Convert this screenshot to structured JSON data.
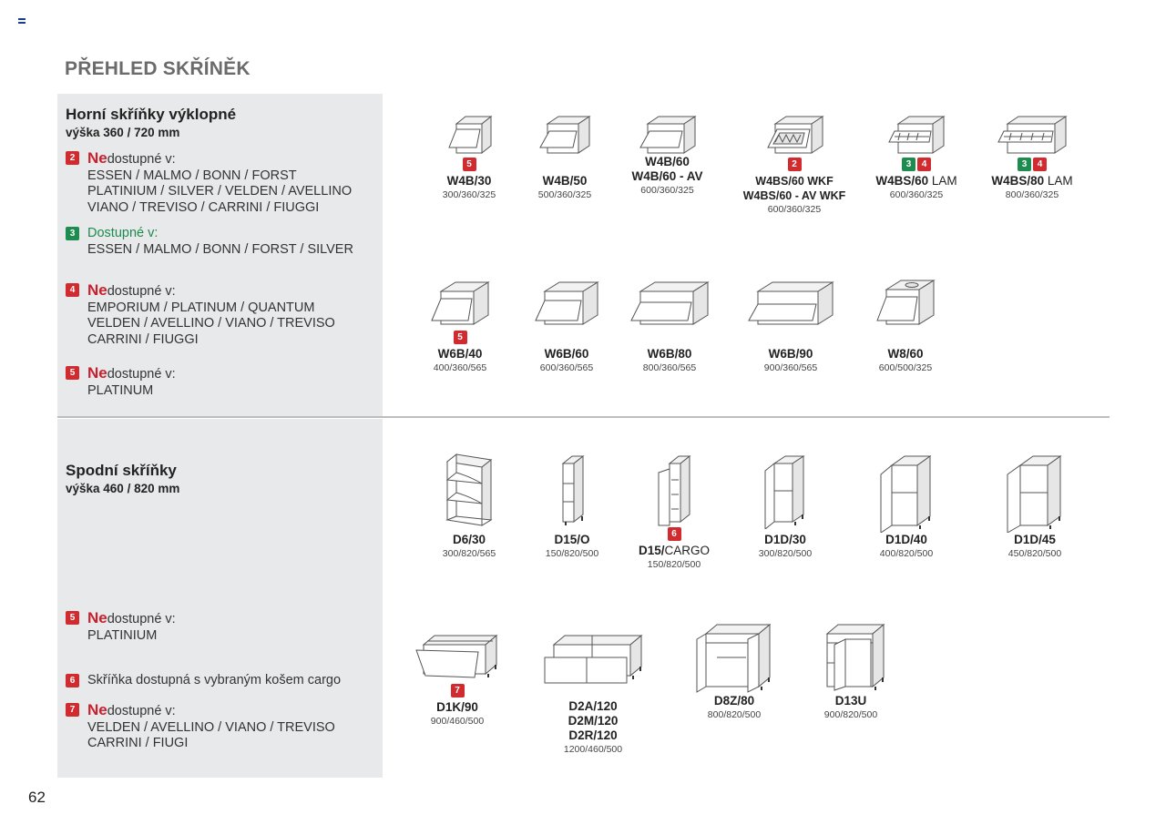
{
  "page_title": "PŘEHLED SKŘÍNĚK",
  "page_number": "62",
  "colors": {
    "red": "#d12a2f",
    "green": "#1e8b4f",
    "panel": "#e8e9ea",
    "title": "#6b6b6b"
  },
  "top_section": {
    "title": "Horní skříňky výklopné",
    "subtitle": "výška 360 / 720 mm",
    "notes": [
      {
        "badge": "2",
        "ne": "Ne",
        "label": "dostupné v:",
        "body": "ESSEN / MALMO / BONN / FORST\nPLATINIUM / SILVER / VELDEN / AVELLINO\nVIANO / TREVISO / CARRINI / FIUGGI"
      },
      {
        "badge": "3",
        "ne": "",
        "label": "Dostupné v:",
        "body": "ESSEN / MALMO / BONN / FORST / SILVER"
      },
      {
        "badge": "4",
        "ne": "Ne",
        "label": "dostupné v:",
        "body": "EMPORIUM / PLATINUM / QUANTUM\nVELDEN / AVELLINO / VIANO / TREVISO\nCARRINI / FIUGGI"
      },
      {
        "badge": "5",
        "ne": "Ne",
        "label": "dostupné v:",
        "body": "PLATINUM"
      }
    ],
    "row1": [
      {
        "code": "W4B/30",
        "dim": "300/360/325",
        "badges": [
          "5"
        ]
      },
      {
        "code": "W4B/50",
        "dim": "500/360/325",
        "badges": []
      },
      {
        "code": "W4B/60",
        "code2": "W4B/60 - AV",
        "dim": "600/360/325",
        "badges": []
      },
      {
        "code": "W4BS/60 WKF",
        "code2": "W4BS/60 - AV WKF",
        "dim": "600/360/325",
        "badges": [
          "2"
        ]
      },
      {
        "code_bold": "W4BS/60",
        "code_light": " LAM",
        "dim": "600/360/325",
        "badges": [
          "3",
          "4"
        ]
      },
      {
        "code_bold": "W4BS/80",
        "code_light": " LAM",
        "dim": "800/360/325",
        "badges": [
          "3",
          "4"
        ]
      }
    ],
    "row2": [
      {
        "code": "W6B/40",
        "dim": "400/360/565",
        "badges": [
          "5"
        ]
      },
      {
        "code": "W6B/60",
        "dim": "600/360/565",
        "badges": []
      },
      {
        "code": "W6B/80",
        "dim": "800/360/565",
        "badges": []
      },
      {
        "code": "W6B/90",
        "dim": "900/360/565",
        "badges": []
      },
      {
        "code": "W8/60",
        "dim": "600/500/325",
        "badges": []
      }
    ]
  },
  "bottom_section": {
    "title": "Spodní skříňky",
    "subtitle": "výška 460 / 820 mm",
    "notes": [
      {
        "badge": "5",
        "ne": "Ne",
        "label": "dostupné v:",
        "body": "PLATINIUM"
      },
      {
        "badge": "6",
        "ne": "",
        "label": "Skříňka dostupná s vybraným košem cargo",
        "body": ""
      },
      {
        "badge": "7",
        "ne": "Ne",
        "label": "dostupné v:",
        "body": "VELDEN / AVELLINO / VIANO / TREVISO\nCARRINI / FIUGI"
      }
    ],
    "row1": [
      {
        "code": "D6/30",
        "dim": "300/820/565",
        "badges": []
      },
      {
        "code": "D15/O",
        "dim": "150/820/500",
        "badges": []
      },
      {
        "code_bold": "D15/",
        "code_light": "CARGO",
        "dim": "150/820/500",
        "badges": [
          "6"
        ]
      },
      {
        "code": "D1D/30",
        "dim": "300/820/500",
        "badges": []
      },
      {
        "code": "D1D/40",
        "dim": "400/820/500",
        "badges": []
      },
      {
        "code": "D1D/45",
        "dim": "450/820/500",
        "badges": []
      }
    ],
    "row2": [
      {
        "code": "D1K/90",
        "dim": "900/460/500",
        "badges": [
          "7"
        ]
      },
      {
        "code": "D2A/120",
        "code2": "D2M/120",
        "code3": "D2R/120",
        "dim": "1200/460/500",
        "badges": []
      },
      {
        "code": "D8Z/80",
        "dim": "800/820/500",
        "badges": []
      },
      {
        "code": "D13U",
        "dim": "900/820/500",
        "badges": []
      }
    ]
  }
}
